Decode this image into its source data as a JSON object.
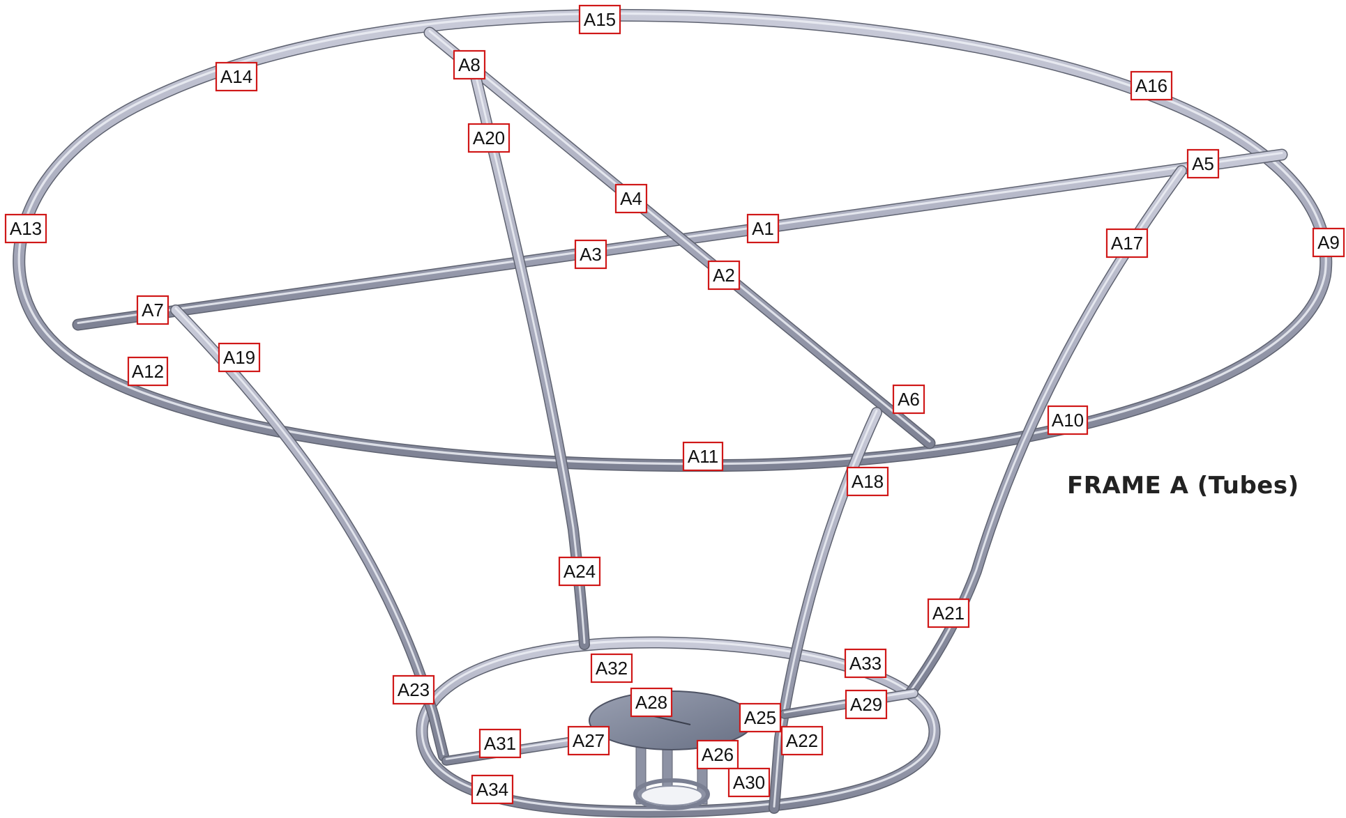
{
  "title": "FRAME A (Tubes)",
  "labels": [
    "A1",
    "A2",
    "A3",
    "A4",
    "A5",
    "A6",
    "A7",
    "A8",
    "A9",
    "A10",
    "A11",
    "A12",
    "A13",
    "A14",
    "A15",
    "A16",
    "A17",
    "A18",
    "A19",
    "A20",
    "A21",
    "A22",
    "A23",
    "A24",
    "A25",
    "A26",
    "A27",
    "A28",
    "A29",
    "A30",
    "A31",
    "A32",
    "A33",
    "A34"
  ],
  "colors": {
    "tube": "#a7a9bb",
    "tube_shadow": "#5e6270",
    "tube_highlight": "#eceef5",
    "plate": "#7c8294",
    "label_border": "#d01818",
    "label_text": "#111111"
  }
}
